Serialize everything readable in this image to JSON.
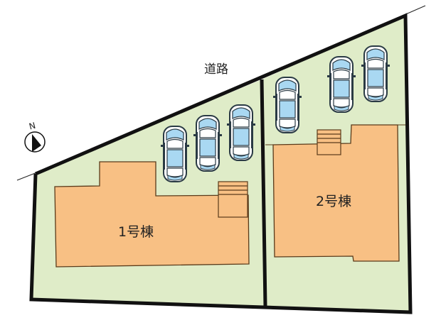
{
  "road": {
    "label": "道路"
  },
  "compass": {
    "label": "N"
  },
  "buildings": [
    {
      "id": "1",
      "label": "1号棟"
    },
    {
      "id": "2",
      "label": "2号棟"
    }
  ],
  "colors": {
    "lot_fill": "#dfecc8",
    "building_fill": "#f8c084",
    "building_stroke": "#5a3a1a",
    "boundary": "#111111",
    "car_glass": "#a9d8f2",
    "car_body": "#ffffff"
  },
  "parking": {
    "lot1_spaces": 3,
    "lot2_spaces": 3
  }
}
